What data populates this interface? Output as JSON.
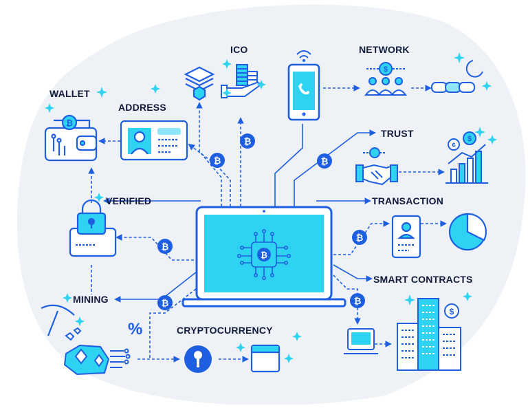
{
  "labels": {
    "ico": "ICO",
    "network": "NETWORK",
    "wallet": "WALLET",
    "address": "ADDRESS",
    "trust": "TRUST",
    "verified": "VERIFIED",
    "transaction": "TRANSACTION",
    "smart_contracts": "SMART CONTRACTS",
    "mining": "MINING",
    "cryptocurrency": "CRYPTOCURRENCY"
  },
  "glyphs": {
    "bitcoin": "₿",
    "dollar": "$",
    "cent": "¢",
    "percent": "%"
  },
  "colors": {
    "primary_blue": "#1d5fe0",
    "navy": "#101a3a",
    "cyan": "#2fd3f2",
    "light_cyan": "#8fe6fa",
    "background_blob": "#eef1f6"
  },
  "icons": [
    "bitcoin-laptop-icon",
    "wallet-icon",
    "id-card-icon",
    "coin-stack-icon",
    "hexagon-stack-icon",
    "smartphone-icon",
    "people-network-icon",
    "chain-link-icon",
    "handshake-icon",
    "growth-chart-icon",
    "lock-card-icon",
    "document-icon",
    "pie-chart-icon",
    "pickaxe-icon",
    "ore-icon",
    "coin-key-icon",
    "browser-window-icon",
    "building-icon",
    "computer-icon"
  ]
}
